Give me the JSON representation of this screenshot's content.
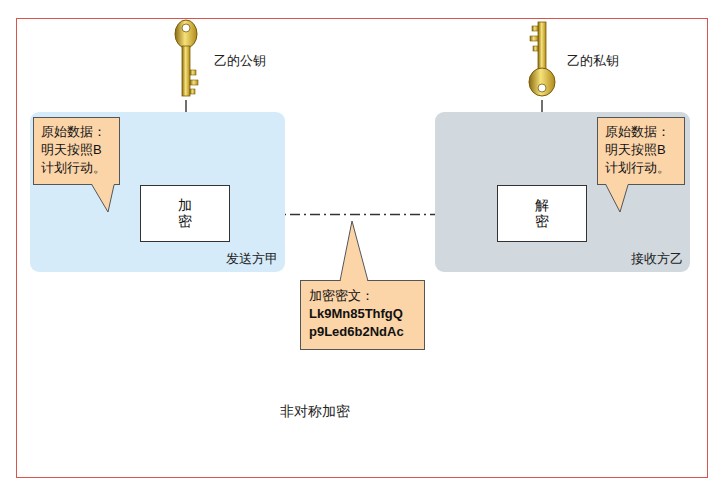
{
  "diagram": {
    "caption": "非对称加密",
    "nodes": [
      {
        "text": [
          "发送方甲"
        ]
      },
      {
        "text": [
          "加密"
        ],
        "in": 0
      },
      {
        "text": [
          "原始数据：",
          "明天按照B 计划行动。"
        ],
        "in": 0
      },
      {
        "text": [
          "接收方乙"
        ]
      },
      {
        "text": [
          "解密"
        ],
        "in": 3
      },
      {
        "text": [
          "原始数据：",
          "明天按照B 计划行动。"
        ],
        "in": 3
      },
      {
        "text": [
          "加密密文：",
          "Lk9Mn85ThfgQ p9Led6b2NdAc"
        ]
      }
    ],
    "edges": [
      {
        "from": 1,
        "to": 4,
        "arrow": "to"
      }
    ],
    "labels": [
      "乙的公钥",
      "乙的私钥"
    ]
  }
}
